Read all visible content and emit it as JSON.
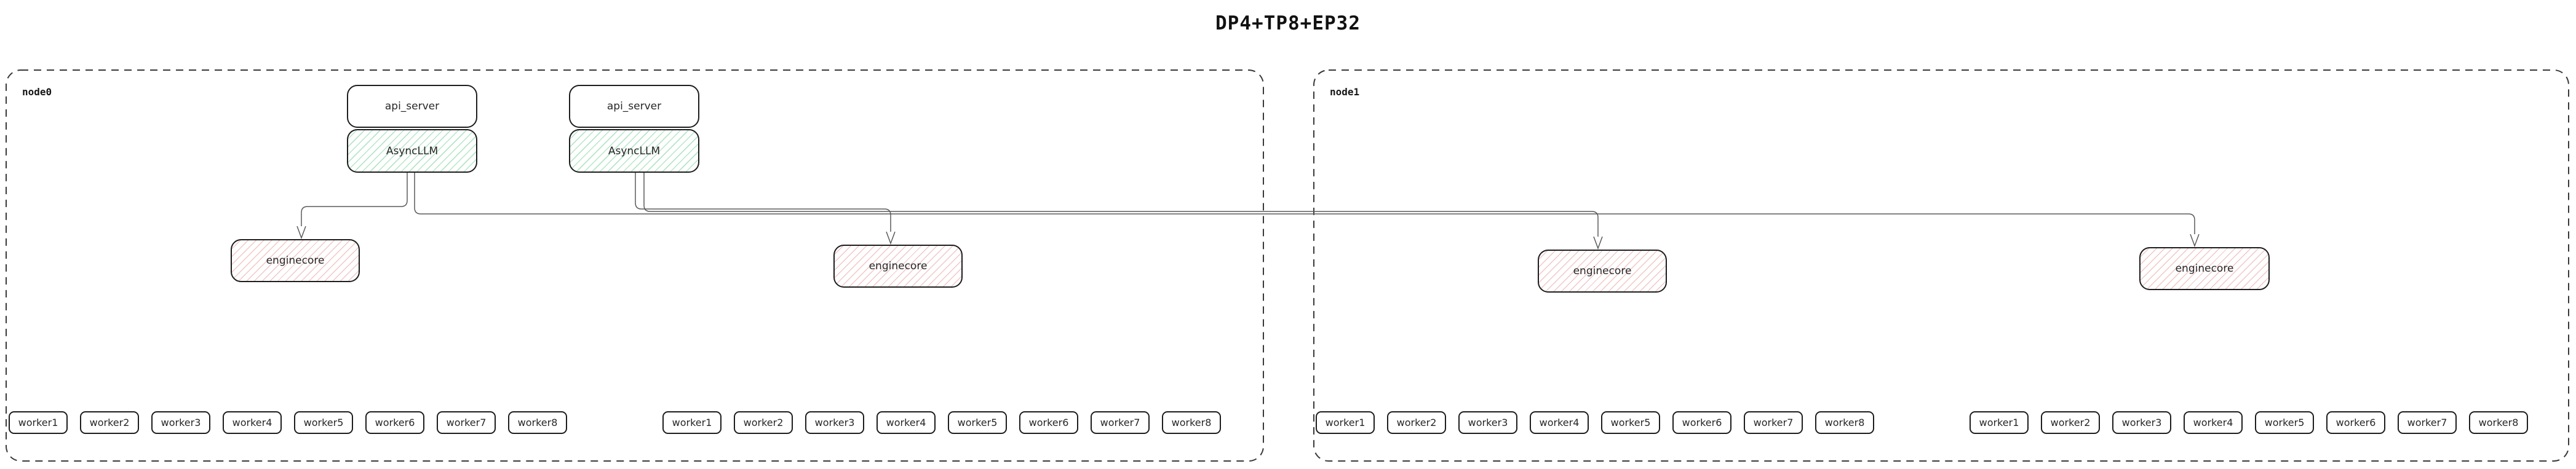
{
  "title": "DP4+TP8+EP32",
  "colors": {
    "box_border": "#1d1d1d",
    "green_hatch": "#7ad29b",
    "red_hatch": "#eaa9a9",
    "connector": "#5a5a5a",
    "node_dash": "#383838"
  },
  "nodes": [
    {
      "label": "node0",
      "stacks": [
        {
          "api": "api_server",
          "llm": "AsyncLLM"
        },
        {
          "api": "api_server",
          "llm": "AsyncLLM"
        }
      ],
      "enginecores": [
        "enginecore",
        "enginecore"
      ],
      "worker_groups": [
        [
          "worker1",
          "worker2",
          "worker3",
          "worker4",
          "worker5",
          "worker6",
          "worker7",
          "worker8"
        ],
        [
          "worker1",
          "worker2",
          "worker3",
          "worker4",
          "worker5",
          "worker6",
          "worker7",
          "worker8"
        ]
      ]
    },
    {
      "label": "node1",
      "enginecores": [
        "enginecore",
        "enginecore"
      ],
      "worker_groups": [
        [
          "worker1",
          "worker2",
          "worker3",
          "worker4",
          "worker5",
          "worker6",
          "worker7",
          "worker8"
        ],
        [
          "worker1",
          "worker2",
          "worker3",
          "worker4",
          "worker5",
          "worker6",
          "worker7",
          "worker8"
        ]
      ]
    }
  ]
}
